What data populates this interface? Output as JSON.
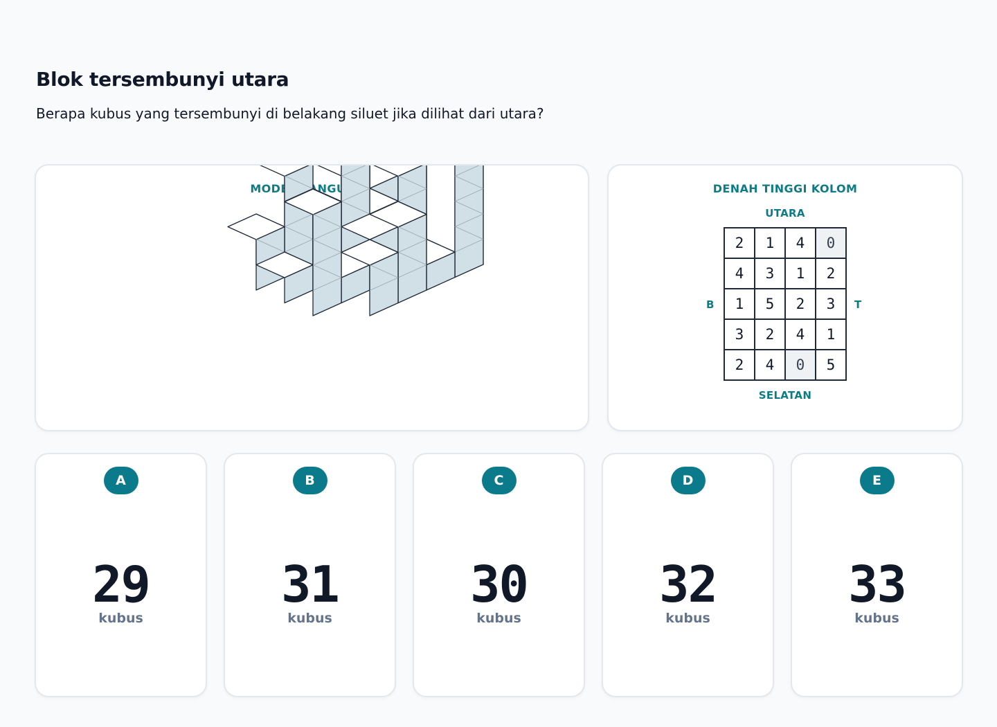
{
  "header": {
    "title": "Blok tersembunyi utara",
    "question": "Berapa kubus yang tersembunyi di belakang siluet jika dilihat dari utara?"
  },
  "model": {
    "heading": "MODEL BANGUNAN"
  },
  "height_map": {
    "heading": "DENAH TINGGI KOLOM",
    "north": "UTARA",
    "south": "SELATAN",
    "west": "B",
    "east": "T",
    "rows": [
      [
        "2",
        "1",
        "4",
        "0"
      ],
      [
        "4",
        "3",
        "1",
        "2"
      ],
      [
        "1",
        "5",
        "2",
        "3"
      ],
      [
        "3",
        "2",
        "4",
        "1"
      ],
      [
        "2",
        "4",
        "0",
        "5"
      ]
    ]
  },
  "options": [
    {
      "letter": "A",
      "value": "29",
      "unit": "kubus"
    },
    {
      "letter": "B",
      "value": "31",
      "unit": "kubus"
    },
    {
      "letter": "C",
      "value": "30",
      "unit": "kubus"
    },
    {
      "letter": "D",
      "value": "32",
      "unit": "kubus"
    },
    {
      "letter": "E",
      "value": "33",
      "unit": "kubus"
    }
  ],
  "colors": {
    "accent": "#0b7a8a",
    "cube_top": "#ffffff",
    "cube_left": "#e9eff2",
    "cube_right": "#d1e0e6",
    "edge": "#1f2937"
  }
}
